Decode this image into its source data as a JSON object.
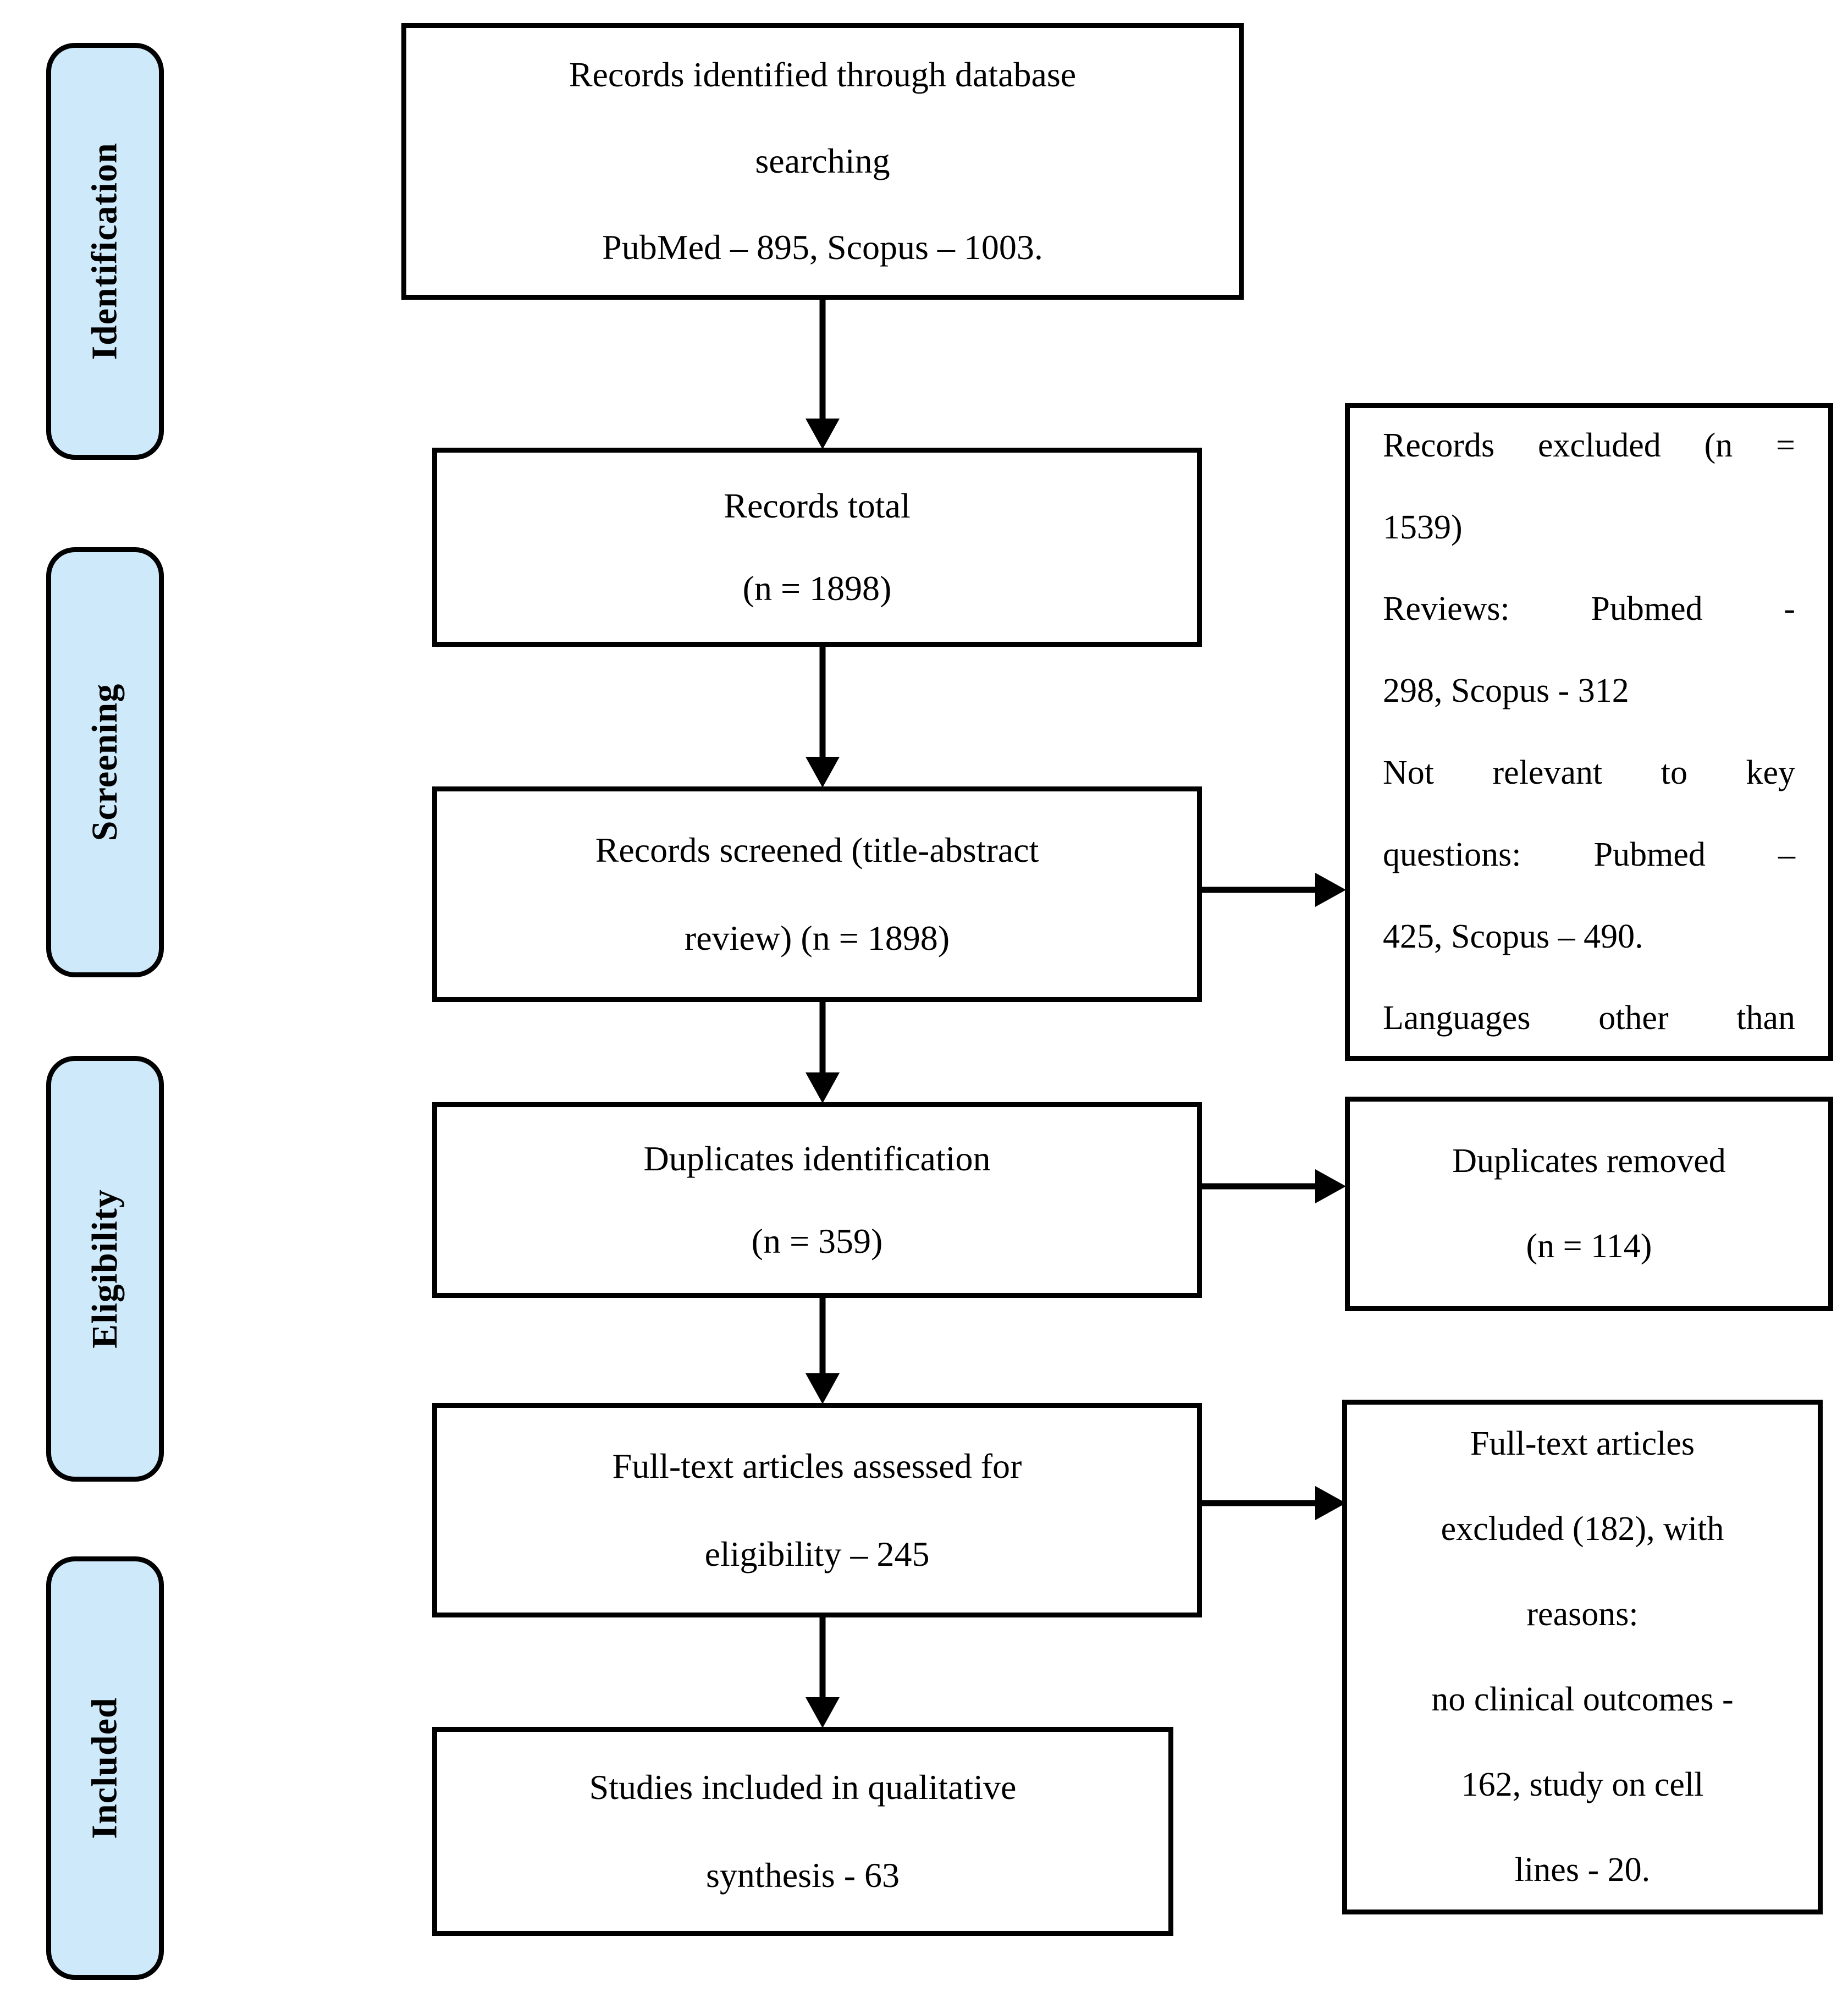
{
  "diagram": {
    "stages": [
      {
        "label": "Identification"
      },
      {
        "label": "Screening"
      },
      {
        "label": "Eligibility"
      },
      {
        "label": "Included"
      }
    ],
    "flow": {
      "records_identified": {
        "text": "Records identified through database\nsearching\nPubMed – 895, Scopus – 1003."
      },
      "records_total": {
        "text": "Records total\n(n = 1898)"
      },
      "records_screened": {
        "text": "Records screened (title-abstract\nreview) (n = 1898)"
      },
      "duplicates_identification": {
        "text": "Duplicates identification\n(n = 359)"
      },
      "fulltext_assessed": {
        "text": "Full-text articles assessed for\neligibility – 245"
      },
      "studies_included": {
        "text": "Studies included in qualitative\nsynthesis - 63"
      }
    },
    "exclusions": {
      "records_excluded": {
        "lines": [
          "Records excluded (n =",
          "1539)",
          "Reviews: Pubmed -",
          "298, Scopus - 312",
          "Not relevant to key",
          "questions: Pubmed –",
          "425, Scopus – 490.",
          "Languages other than"
        ]
      },
      "duplicates_removed": {
        "text": "Duplicates removed\n(n = 114)"
      },
      "fulltext_excluded": {
        "text": "Full-text articles\nexcluded (182), with\nreasons:\nno clinical outcomes -\n162, study on cell\nlines - 20."
      }
    },
    "colors": {
      "stage_fill": "#cde9fa",
      "stroke": "#000000"
    }
  }
}
